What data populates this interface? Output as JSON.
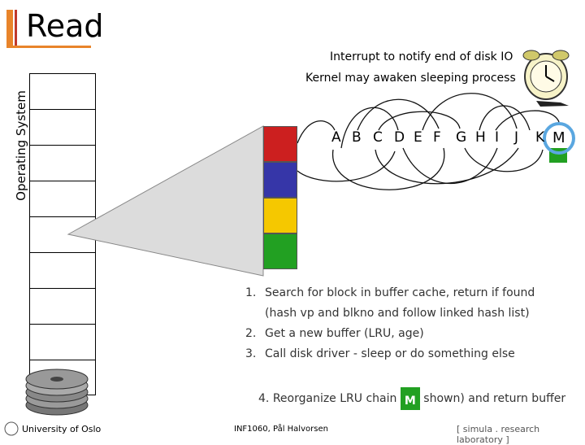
{
  "title": "Read",
  "side_label": "Operating System",
  "notes": {
    "interrupt": "Interrupt to notify end of disk IO",
    "kernel": "Kernel may awaken sleeping process"
  },
  "cache_colors": [
    "#cc1f1f",
    "#3636a8",
    "#f5c800",
    "#22a022"
  ],
  "buffers": [
    "A",
    "B",
    "C",
    "D",
    "E",
    "F",
    "G",
    "H",
    "I",
    "J",
    "K",
    "M"
  ],
  "highlight_color": "#5aa7e0",
  "steps": [
    {
      "num": "1.",
      "text": "Search for block in buffer cache, return if found"
    },
    {
      "num": "",
      "text": "(hash vp and blkno and follow linked hash list)"
    },
    {
      "num": "2.",
      "text": "Get a new buffer (LRU, age)"
    },
    {
      "num": "3.",
      "text": "Call disk driver - sleep or do something else"
    }
  ],
  "step4": {
    "num": "4.",
    "before": "Reorganize LRU chain",
    "badge": "M",
    "after": "shown) and return buffer"
  },
  "footer": {
    "university": "University of Oslo",
    "course": "INF1060, Pål Halvorsen",
    "lab": "[ simula . research laboratory ]"
  }
}
